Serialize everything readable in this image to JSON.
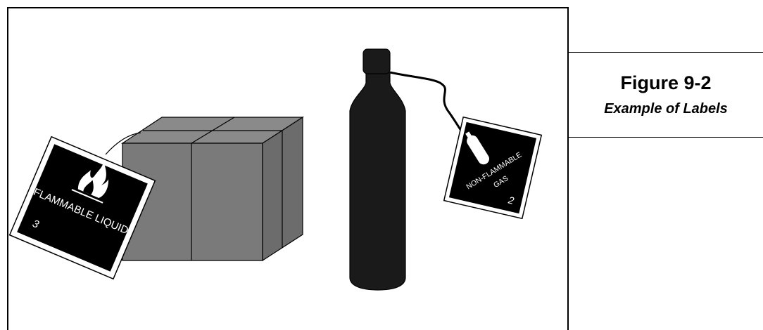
{
  "caption": {
    "number": "Figure 9-2",
    "title": "Example of Labels"
  },
  "labels": {
    "flammable": {
      "text": "FLAMMABLE LIQUID",
      "class_number": "3"
    },
    "gas": {
      "line1": "NON-FLAMMABLE",
      "line2": "GAS",
      "class_number": "2"
    }
  },
  "colors": {
    "box": "#7a7a7a",
    "cylinder": "#1a1a1a",
    "label_fill": "#000000",
    "label_text": "#ffffff"
  }
}
